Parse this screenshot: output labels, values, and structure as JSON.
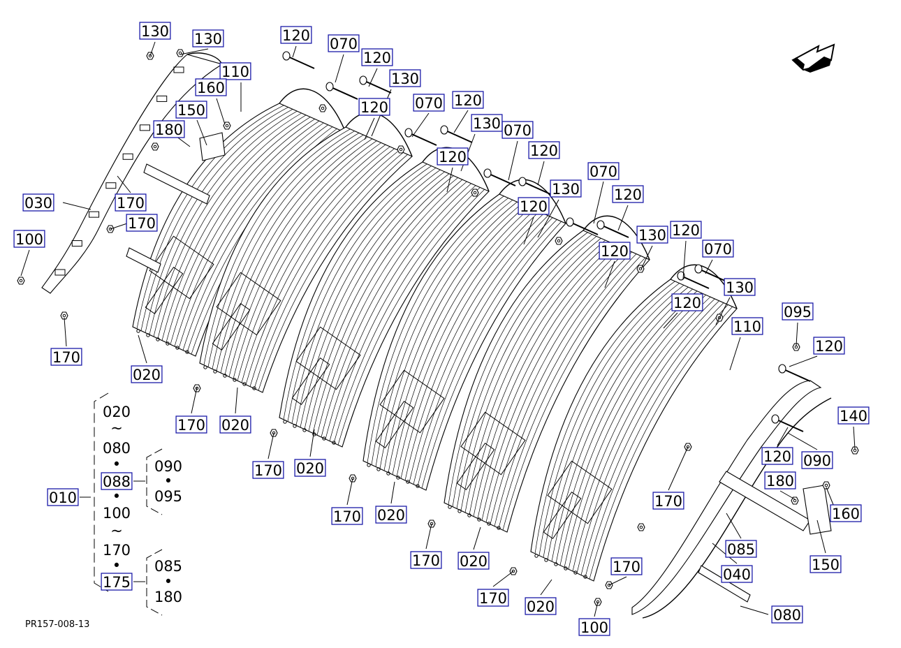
{
  "reference": "PR157-008-13",
  "callouts": [
    "130",
    "130",
    "120",
    "070",
    "120",
    "130",
    "110",
    "160",
    "150",
    "120",
    "180",
    "070",
    "120",
    "130",
    "120",
    "070",
    "120",
    "070",
    "120",
    "130",
    "120",
    "130",
    "120",
    "070",
    "120",
    "120",
    "130",
    "110",
    "095",
    "120",
    "030",
    "170",
    "170",
    "100",
    "170",
    "020",
    "170",
    "020",
    "170",
    "020",
    "170",
    "020",
    "170",
    "020",
    "170",
    "020",
    "180",
    "160",
    "150",
    "140",
    "120",
    "090",
    "170",
    "085",
    "040",
    "170",
    "080",
    "100"
  ],
  "tree": {
    "root": "010",
    "group_a": {
      "from": "020",
      "to": "080",
      "sub": "088",
      "sub_items": [
        "090",
        "095"
      ]
    },
    "group_b": {
      "from": "100",
      "to": "170",
      "sub": "175",
      "sub_items": [
        "085",
        "180"
      ]
    },
    "range_mark": "~",
    "bullet": "•"
  },
  "colors": {
    "callout_border": "#1a1aa8",
    "line": "#000000",
    "background": "#ffffff"
  },
  "icons": [
    "direction-arrow-icon"
  ]
}
